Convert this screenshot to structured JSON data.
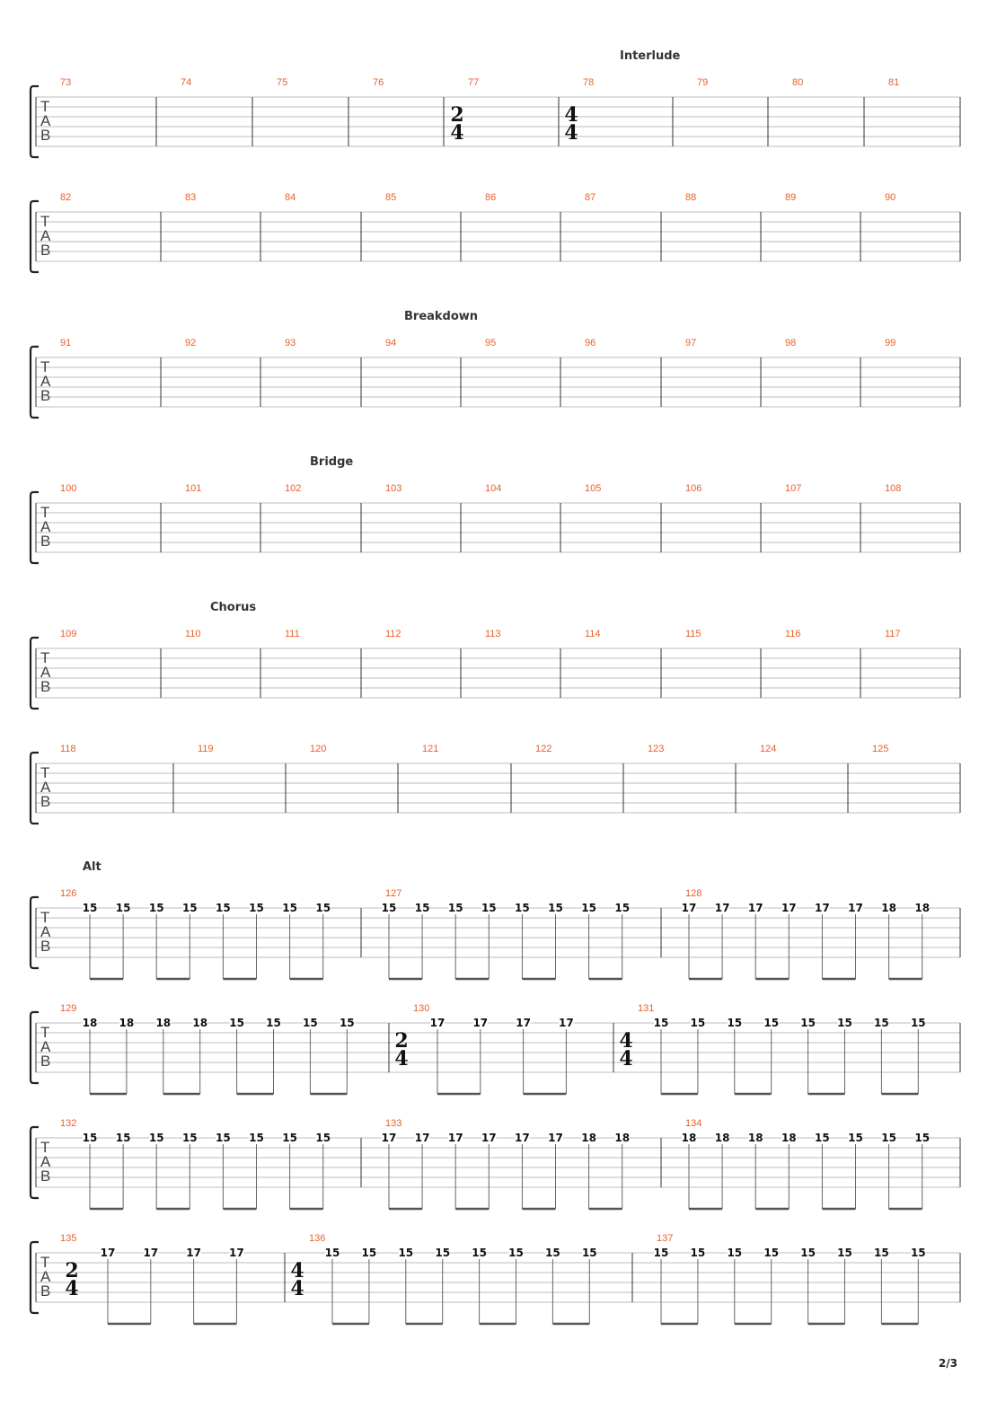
{
  "page_number": "2/3",
  "tab_letters": [
    "T",
    "A",
    "B"
  ],
  "systems": [
    {
      "section": "Interlude",
      "measures": [
        {
          "number": "73"
        },
        {
          "number": "74"
        },
        {
          "number": "75"
        },
        {
          "number": "76"
        },
        {
          "number": "77",
          "time_sig": [
            "2",
            "4"
          ]
        },
        {
          "number": "78",
          "time_sig": [
            "4",
            "4"
          ]
        },
        {
          "number": "79"
        },
        {
          "number": "80"
        },
        {
          "number": "81"
        }
      ]
    },
    {
      "section": "",
      "measures": [
        {
          "number": "82"
        },
        {
          "number": "83"
        },
        {
          "number": "84"
        },
        {
          "number": "85"
        },
        {
          "number": "86"
        },
        {
          "number": "87"
        },
        {
          "number": "88"
        },
        {
          "number": "89"
        },
        {
          "number": "90"
        }
      ]
    },
    {
      "section": "Breakdown",
      "measures": [
        {
          "number": "91"
        },
        {
          "number": "92"
        },
        {
          "number": "93"
        },
        {
          "number": "94"
        },
        {
          "number": "95"
        },
        {
          "number": "96"
        },
        {
          "number": "97"
        },
        {
          "number": "98"
        },
        {
          "number": "99"
        }
      ]
    },
    {
      "section": "Bridge",
      "measures": [
        {
          "number": "100"
        },
        {
          "number": "101"
        },
        {
          "number": "102"
        },
        {
          "number": "103"
        },
        {
          "number": "104"
        },
        {
          "number": "105"
        },
        {
          "number": "106"
        },
        {
          "number": "107"
        },
        {
          "number": "108"
        }
      ]
    },
    {
      "section": "Chorus",
      "measures": [
        {
          "number": "109"
        },
        {
          "number": "110"
        },
        {
          "number": "111"
        },
        {
          "number": "112"
        },
        {
          "number": "113"
        },
        {
          "number": "114"
        },
        {
          "number": "115"
        },
        {
          "number": "116"
        },
        {
          "number": "117"
        }
      ]
    },
    {
      "section": "",
      "measures": [
        {
          "number": "118"
        },
        {
          "number": "119"
        },
        {
          "number": "120"
        },
        {
          "number": "121"
        },
        {
          "number": "122"
        },
        {
          "number": "123"
        },
        {
          "number": "124"
        },
        {
          "number": "125"
        }
      ]
    },
    {
      "section": "Alt",
      "measures": [
        {
          "number": "126",
          "notes": [
            "15",
            "15",
            "15",
            "15",
            "15",
            "15",
            "15",
            "15"
          ]
        },
        {
          "number": "127",
          "notes": [
            "15",
            "15",
            "15",
            "15",
            "15",
            "15",
            "15",
            "15"
          ]
        },
        {
          "number": "128",
          "notes": [
            "17",
            "17",
            "17",
            "17",
            "17",
            "17",
            "18",
            "18"
          ]
        }
      ]
    },
    {
      "section": "",
      "measures": [
        {
          "number": "129",
          "notes": [
            "18",
            "18",
            "18",
            "18",
            "15",
            "15",
            "15",
            "15"
          ]
        },
        {
          "number": "130",
          "time_sig": [
            "2",
            "4"
          ],
          "notes": [
            "17",
            "17",
            "17",
            "17"
          ]
        },
        {
          "number": "131",
          "time_sig": [
            "4",
            "4"
          ],
          "notes": [
            "15",
            "15",
            "15",
            "15",
            "15",
            "15",
            "15",
            "15"
          ]
        }
      ]
    },
    {
      "section": "",
      "measures": [
        {
          "number": "132",
          "notes": [
            "15",
            "15",
            "15",
            "15",
            "15",
            "15",
            "15",
            "15"
          ]
        },
        {
          "number": "133",
          "notes": [
            "17",
            "17",
            "17",
            "17",
            "17",
            "17",
            "18",
            "18"
          ]
        },
        {
          "number": "134",
          "notes": [
            "18",
            "18",
            "18",
            "18",
            "15",
            "15",
            "15",
            "15"
          ]
        }
      ]
    },
    {
      "section": "",
      "measures": [
        {
          "number": "135",
          "time_sig": [
            "2",
            "4"
          ],
          "notes": [
            "17",
            "17",
            "17",
            "17"
          ]
        },
        {
          "number": "136",
          "time_sig": [
            "4",
            "4"
          ],
          "notes": [
            "15",
            "15",
            "15",
            "15",
            "15",
            "15",
            "15",
            "15"
          ]
        },
        {
          "number": "137",
          "notes": [
            "15",
            "15",
            "15",
            "15",
            "15",
            "15",
            "15",
            "15"
          ]
        }
      ]
    }
  ]
}
